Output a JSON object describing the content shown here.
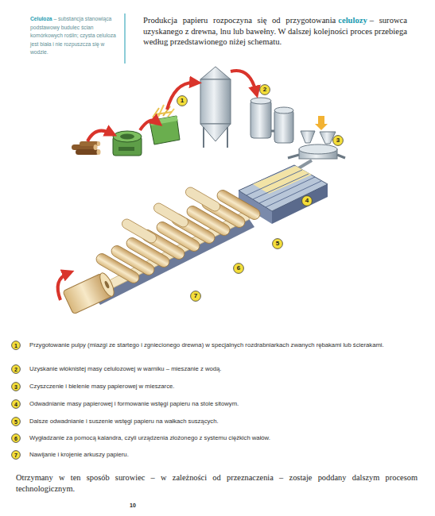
{
  "diagram": {
    "nodes": [
      {
        "text": [
          "1"
        ]
      },
      {
        "text": [
          "2"
        ]
      },
      {
        "text": [
          "3"
        ]
      },
      {
        "text": [
          "4"
        ]
      },
      {
        "text": [
          "5"
        ]
      },
      {
        "text": [
          "6"
        ]
      },
      {
        "text": [
          "7"
        ]
      },
      {
        "text": [
          "1"
        ]
      },
      {
        "text": [
          "2"
        ]
      },
      {
        "text": [
          "3"
        ]
      },
      {
        "text": [
          "4"
        ]
      },
      {
        "text": [
          "5"
        ]
      },
      {
        "text": [
          "6"
        ]
      },
      {
        "text": [
          "7"
        ]
      }
    ],
    "labels": [
      "Celuloza",
      "– substancja stanowiąca podstawowy budulec ścian komórkowych roślin; czysta celuloza jest biała i nie rozpuszcza się w wodzie.",
      "Produkcja papieru rozpoczyna się od przygotowania",
      "celulozy",
      "– surowca uzyskanego z drewna, lnu lub bawełny. W dalszej kolejności proces przebiega według przedstawionego niżej schematu.",
      "Przygotowanie pulpy (miazgi ze startego i zgniecionego drewna) w specjalnych rozdrabniarkach zwanych rębakami lub ścierakami.",
      "Uzyskanie włóknistej masy celulozowej w warniku – mieszanie z wodą.",
      "Czyszczenie i bielenie masy papierowej w mieszarce.",
      "Odwadnianie masy papierowej i formowanie wstęgi papieru na stole sitowym.",
      "Dalsze odwadnianie i suszenie wstęgi papieru na wałkach suszących.",
      "Wygładzanie za pomocą kalandra, czyli urządzenia złożonego z systemu ciężkich wałów.",
      "Nawijanie i krojenie arkuszy papieru.",
      "Otrzymany w ten sposób surowiec – w zależności od przeznaczenia – zostaje poddany dalszym procesom technologicznym.",
      "10"
    ]
  }
}
